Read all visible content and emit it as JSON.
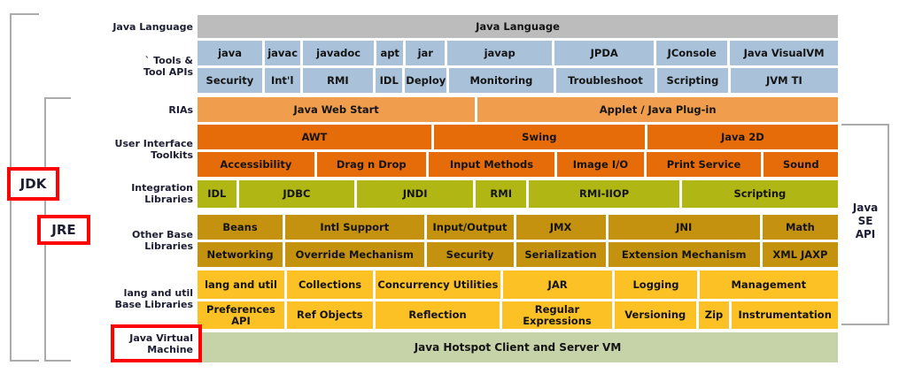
{
  "labels": {
    "java_language": "Java Language",
    "tools_l1": "` Tools &",
    "tools_l2": "Tool APIs",
    "rias": "RIAs",
    "ui_l1": "User Interface",
    "ui_l2": "Toolkits",
    "integration_l1": "Integration",
    "integration_l2": "Libraries",
    "other_l1": "Other Base",
    "other_l2": "Libraries",
    "lang_l1": "lang and util",
    "lang_l2": "Base Libraries",
    "jvm_l1": "Java Virtual",
    "jvm_l2": "Machine"
  },
  "badges": {
    "jdk": "JDK",
    "jre": "JRE"
  },
  "se_api": {
    "l1": "Java",
    "l2": "SE",
    "l3": "API"
  },
  "rows": {
    "java_language": [
      "Java Language"
    ],
    "tools1": [
      "java",
      "javac",
      "javadoc",
      "apt",
      "jar",
      "javap",
      "JPDA",
      "JConsole",
      "Java VisualVM"
    ],
    "tools2": [
      "Security",
      "Int'l",
      "RMI",
      "IDL",
      "Deploy",
      "Monitoring",
      "Troubleshoot",
      "Scripting",
      "JVM TI"
    ],
    "rias": [
      "Java Web Start",
      "Applet / Java Plug-in"
    ],
    "ui1": [
      "AWT",
      "Swing",
      "Java 2D"
    ],
    "ui2": [
      "Accessibility",
      "Drag n Drop",
      "Input Methods",
      "Image I/O",
      "Print Service",
      "Sound"
    ],
    "integration": [
      "IDL",
      "JDBC",
      "JNDI",
      "RMI",
      "RMI-IIOP",
      "Scripting"
    ],
    "other1": [
      "Beans",
      "Intl Support",
      "Input/Output",
      "JMX",
      "JNI",
      "Math"
    ],
    "other2": [
      "Networking",
      "Override Mechanism",
      "Security",
      "Serialization",
      "Extension Mechanism",
      "XML JAXP"
    ],
    "lang1": [
      "lang and util",
      "Collections",
      "Concurrency Utilities",
      "JAR",
      "Logging",
      "Management"
    ],
    "lang2": [
      "Preferences API",
      "Ref Objects",
      "Reflection",
      "Regular Expressions",
      "Versioning",
      "Zip",
      "Instrumentation"
    ],
    "vm": [
      "Java Hotspot Client and Server VM"
    ]
  },
  "colors": {
    "header_gray": "#bcbcbc",
    "tools_blue": "#a9c2da",
    "rias_orange": "#f09e4e",
    "ui_orange": "#e66c09",
    "integration_olive": "#b0b614",
    "other_gold": "#c59210",
    "lang_yellow": "#fbc125",
    "vm_green": "#c6d3a8",
    "highlight_red": "#fe0000",
    "bracket_gray": "#ababab"
  }
}
